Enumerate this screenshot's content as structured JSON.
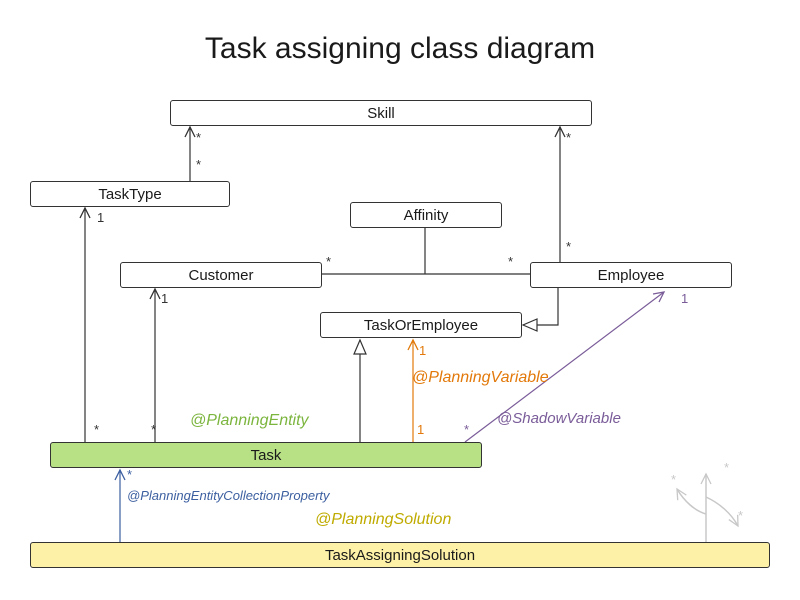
{
  "title": "Task assigning class diagram",
  "classes": {
    "skill": {
      "label": "Skill"
    },
    "tasktype": {
      "label": "TaskType"
    },
    "affinity": {
      "label": "Affinity"
    },
    "customer": {
      "label": "Customer"
    },
    "employee": {
      "label": "Employee"
    },
    "taskoremployee": {
      "label": "TaskOrEmployee"
    },
    "task": {
      "label": "Task",
      "fill": "#b8e186"
    },
    "solution": {
      "label": "TaskAssigningSolution",
      "fill": "#fdf1a7"
    }
  },
  "annotations": {
    "planning_entity": {
      "label": "@PlanningEntity",
      "color": "#7cb53e"
    },
    "planning_variable": {
      "label": "@PlanningVariable",
      "color": "#e2790a"
    },
    "shadow_variable": {
      "label": "@ShadowVariable",
      "color": "#7a5c99"
    },
    "planning_entity_collection_property": {
      "label": "@PlanningEntityCollectionProperty",
      "color": "#3c5fa0"
    },
    "planning_solution": {
      "label": "@PlanningSolution",
      "color": "#bfab00"
    }
  },
  "edge_colors": {
    "default": "#333333",
    "planning_variable": "#e2790a",
    "shadow_variable": "#7a5c99",
    "collection_property": "#3c5fa0",
    "decorative": "#c8c8c8"
  },
  "multiplicities": [
    {
      "text": "*",
      "color": "#333333"
    },
    {
      "text": "*",
      "color": "#333333"
    },
    {
      "text": "*",
      "color": "#333333"
    },
    {
      "text": "*",
      "color": "#333333"
    },
    {
      "text": "*",
      "color": "#333333"
    },
    {
      "text": "*",
      "color": "#333333"
    },
    {
      "text": "1",
      "color": "#333333"
    },
    {
      "text": "1",
      "color": "#333333"
    },
    {
      "text": "1",
      "color": "#7a5c99"
    },
    {
      "text": "1",
      "color": "#e2790a"
    },
    {
      "text": "1",
      "color": "#e2790a"
    },
    {
      "text": "*",
      "color": "#333333"
    },
    {
      "text": "*",
      "color": "#333333"
    },
    {
      "text": "*",
      "color": "#7a5c99"
    },
    {
      "text": "*",
      "color": "#3c5fa0"
    },
    {
      "text": "*",
      "color": "#c8c8c8"
    },
    {
      "text": "*",
      "color": "#c8c8c8"
    },
    {
      "text": "*",
      "color": "#c8c8c8"
    }
  ]
}
